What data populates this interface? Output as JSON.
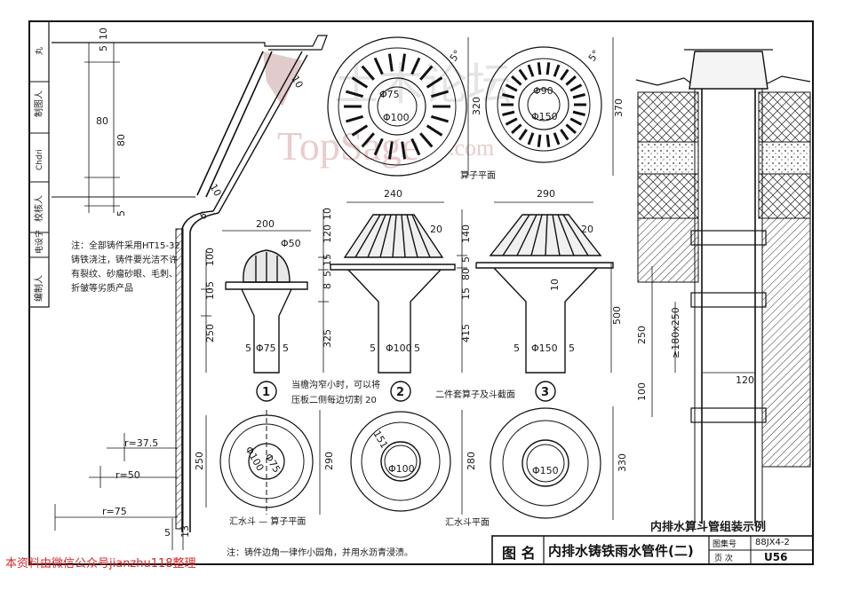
{
  "sheet": {
    "title_label": "图 名",
    "title": "内排水铸铁雨水管件(二)",
    "atlas_no_label": "图集号",
    "atlas_no": "88JX4-2",
    "page_label": "页  次",
    "page_no": "U56",
    "assembly_title": "内排水算斗管组装示例"
  },
  "side_block": {
    "roles": [
      "编制人",
      "校核人",
      "制图人"
    ],
    "signatures": [
      "电设宁",
      "Chdri",
      "丸"
    ]
  },
  "watermark": {
    "logo_text": "TopSage",
    "domain_text": ".com",
    "cn_text": "土木论坛"
  },
  "note": {
    "text": "注：全部铸件采用HT15-32 铸铁浇注，铸件要光洁不许有裂纹、砂瘤砂眼、毛刺、折皱等劣质产品"
  },
  "annotations": {
    "rim_cut": "当檐沟窄小时，可以将压板二侧每边切割 20",
    "two_piece": "二件套算子及斗截面",
    "plan_1": "汇水斗 — 算子平面",
    "plan_2": "汇水斗平面",
    "grate_plan": "算子平面",
    "bottom_note": "注：铸件边角一律作小园角，并用水沥青浸渍。",
    "credit": "本资料由微信公众号jianzhu118整理"
  },
  "variants": [
    {
      "id": "1",
      "top_width": "200",
      "dome_dia": "Φ50",
      "pipe_dia": "Φ75",
      "dims": [
        "100",
        "105",
        "250"
      ],
      "wall": [
        "5",
        "5"
      ],
      "plan_dims": [
        "250",
        "290"
      ],
      "plan_inner": "Φ75",
      "plan_ring": "Φ100"
    },
    {
      "id": "2",
      "top_width": "240",
      "grate_dims": [
        "120",
        "10",
        "15"
      ],
      "body_dims": [
        "5",
        "8",
        "325"
      ],
      "pipe_dia": "Φ100",
      "wall": [
        "5",
        "5"
      ],
      "slope": "20",
      "plan_dims": [
        "280"
      ],
      "plan_dia": "Φ100",
      "plan_ring": "151"
    },
    {
      "id": "3",
      "top_width": "290",
      "grate_dims": [
        "140",
        "5",
        "80"
      ],
      "body_dims": [
        "15",
        "415",
        "500"
      ],
      "pipe_dia": "Φ150",
      "wall": [
        "5",
        "5"
      ],
      "slope": "20",
      "gap": "10",
      "plan_dims": [
        "330"
      ],
      "plan_dia": "Φ150"
    }
  ],
  "grate_plans": [
    {
      "ring": "Φ100",
      "inner": "Φ75",
      "size": "320",
      "angle": "5°"
    },
    {
      "ring": "Φ150",
      "inner": "Φ90",
      "size": "370",
      "angle": "5°"
    }
  ],
  "left_detail": {
    "dims": [
      "5",
      "10",
      "80",
      "80",
      "5"
    ],
    "radii": [
      "r=37.5",
      "r=50",
      "r=75"
    ],
    "bottom_dims": [
      "5",
      "13"
    ],
    "angle_labels": [
      "10",
      "10",
      "6"
    ]
  },
  "assembly": {
    "dims": [
      "250",
      "100",
      "≥180x250",
      "120"
    ]
  }
}
